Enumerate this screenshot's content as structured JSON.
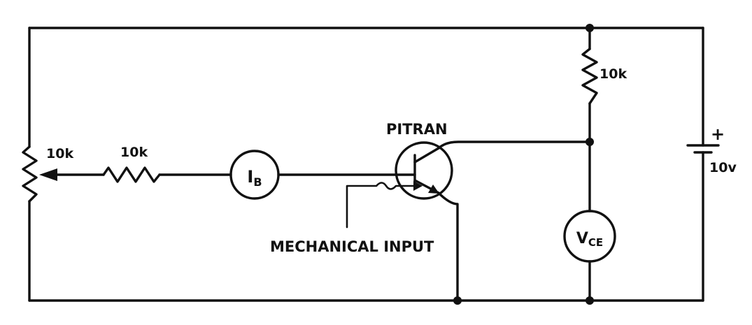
{
  "diagram": {
    "labels": {
      "potentiometer": "10k",
      "base_resistor": "10k",
      "collector_resistor": "10k",
      "transistor": "PITRAN",
      "mechanical_input": "MECHANICAL INPUT",
      "battery_plus": "+",
      "battery_voltage": "10v"
    },
    "meters": {
      "base_current": {
        "main": "I",
        "sub": "B"
      },
      "collector_emitter_voltage": {
        "main": "V",
        "sub": "CE"
      }
    }
  }
}
